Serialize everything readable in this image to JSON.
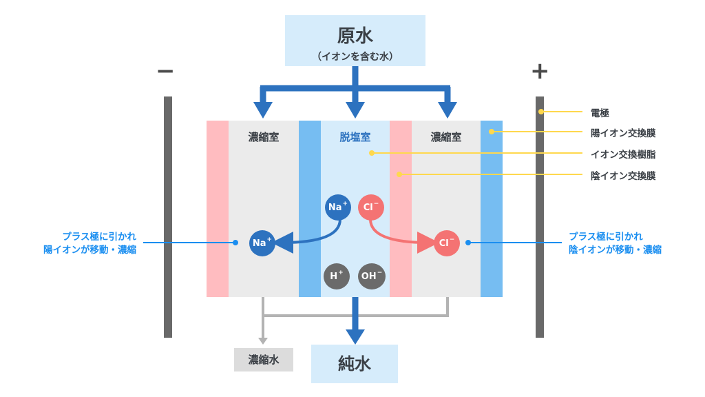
{
  "source_water": {
    "title": "原水",
    "subtitle": "（イオンを含む水）"
  },
  "electrodes": {
    "minus": "−",
    "plus": "+"
  },
  "chambers": {
    "left": "濃縮室",
    "center": "脱塩室",
    "right": "濃縮室"
  },
  "ions": {
    "na_center": {
      "symbol": "Na",
      "charge": "+"
    },
    "cl_center": {
      "symbol": "Cl",
      "charge": "−"
    },
    "h": {
      "symbol": "H",
      "charge": "+"
    },
    "oh": {
      "symbol": "OH",
      "charge": "−"
    },
    "na_moved": {
      "symbol": "Na",
      "charge": "+"
    },
    "cl_moved": {
      "symbol": "Cl",
      "charge": "−"
    }
  },
  "callouts": {
    "electrode": "電極",
    "cation_membrane": "陽イオン交換膜",
    "resin": "イオン交換樹脂",
    "anion_membrane": "陰イオン交換膜"
  },
  "side_notes": {
    "left_line1": "プラス極に引かれ",
    "left_line2": "陽イオンが移動・濃縮",
    "right_line1": "プラス極に引かれ",
    "right_line2": "陰イオンが移動・濃縮"
  },
  "outputs": {
    "concentrated": "濃縮水",
    "pure": "純水"
  },
  "colors": {
    "flow_blue": "#2d72bf",
    "membrane_pink": "#ffbcc0",
    "membrane_blue": "#76bdf2",
    "callout_yellow": "#ffd84d",
    "note_blue": "#1a8ef0",
    "electrode_gray": "#696969"
  }
}
